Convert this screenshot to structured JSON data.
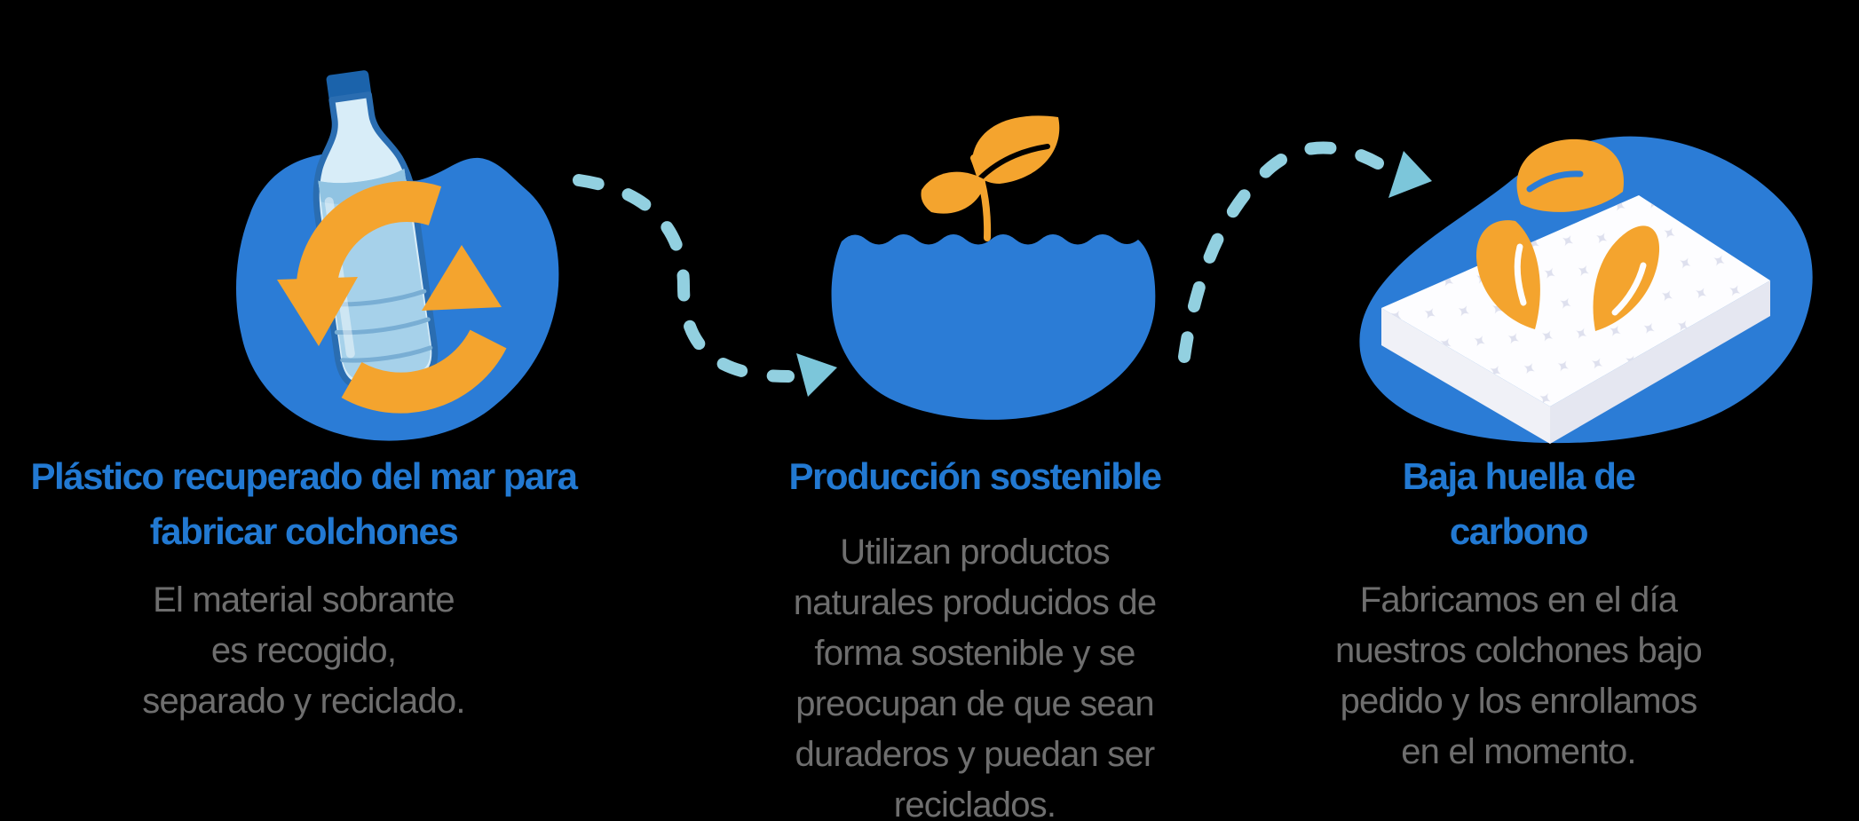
{
  "infographic": {
    "language": "es",
    "theme": "sustainable-mattress-production"
  },
  "sections": [
    {
      "icon": "bottle-recycle-icon",
      "title": "Plástico recuperado del mar para\nfabricar colchones",
      "body": "El material sobrante\nes recogido,\nseparado y reciclado."
    },
    {
      "icon": "water-plant-icon",
      "title": "Producción sostenible",
      "body": "Utilizan productos\nnaturales producidos de\nforma sostenible y se\npreocupan de que sean\nduraderos y puedan ser\nreciclados."
    },
    {
      "icon": "mattress-leaves-icon",
      "title": "Baja huella de\ncarbono",
      "body": "Fabricamos en el día\nnuestros colchones bajo\npedido y los enrollamos\nen el momento."
    }
  ],
  "connectors": [
    {
      "icon": "dashed-arrow-icon",
      "from": "section-1",
      "to": "section-2",
      "style": "dashed-curve"
    },
    {
      "icon": "dashed-arrow-icon",
      "from": "section-2",
      "to": "section-3",
      "style": "dashed-curve"
    }
  ],
  "icons": [
    "bottle-recycle-icon",
    "water-plant-icon",
    "mattress-leaves-icon",
    "dashed-arrow-icon",
    "recycle-arrows-icon",
    "leaf-icon",
    "water-bottle-icon",
    "mattress-icon"
  ],
  "colors": {
    "background": "#000000",
    "blob_blue": "#2b7cd6",
    "title_blue": "#2279d2",
    "body_gray": "#6e6e6e",
    "accent_orange": "#f4a42e",
    "dash_light_blue": "#92d0e0",
    "arrowhead_light_blue": "#7cc6da",
    "bottle_body": "#d8edf8",
    "bottle_water": "#a6d1ea",
    "bottle_cap": "#1b63ab",
    "bottle_outline": "#2a6db1",
    "mattress_white": "#fdfdff",
    "mattress_side_left": "#f0f1f7",
    "mattress_side_right": "#e5e7f1",
    "sparkle": "#dee0ee"
  }
}
